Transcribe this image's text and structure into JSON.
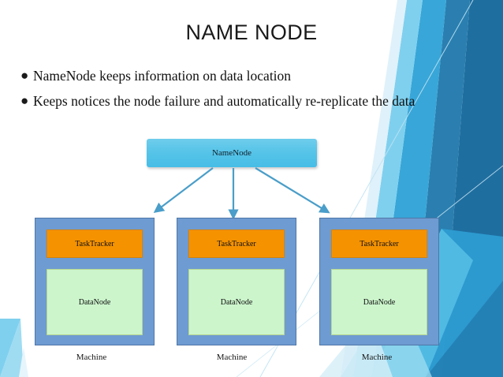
{
  "slide": {
    "title": "NAME NODE",
    "bullets": [
      {
        "marker": "●",
        "text": "NameNode keeps information on data location"
      },
      {
        "marker": "●",
        "text": "Keeps notices the node failure and automatically re-replicate the data"
      }
    ]
  },
  "diagram": {
    "namenode": {
      "label": "NameNode"
    },
    "machines": [
      {
        "tasktracker": "TaskTracker",
        "datanode": "DataNode",
        "caption": "Machine"
      },
      {
        "tasktracker": "TaskTracker",
        "datanode": "DataNode",
        "caption": "Machine"
      },
      {
        "tasktracker": "TaskTracker",
        "datanode": "DataNode",
        "caption": "Machine"
      }
    ],
    "connector_count": 3
  },
  "colors": {
    "namenode_fill": "#57c4e8",
    "machine_fill": "#6e9bd1",
    "tasktracker_fill": "#f59200",
    "datanode_fill": "#ccf5cc",
    "connector_stroke": "#4a9ec9",
    "background": "#ffffff",
    "accent_deep_blue": "#1f6ea0",
    "accent_mid_blue": "#2e9ed4",
    "accent_light_blue": "#7fd0ee",
    "accent_pale_blue": "#d5eef8",
    "title_text": "#1a1a1a",
    "body_text": "#111111"
  }
}
